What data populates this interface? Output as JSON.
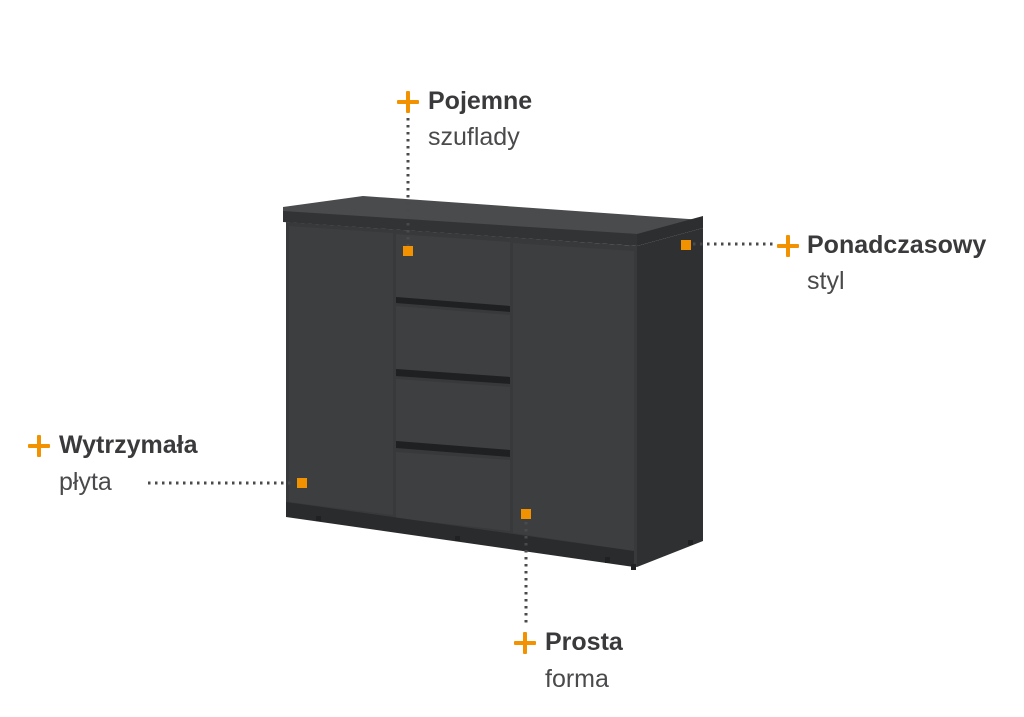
{
  "accent_color": "#f39200",
  "product_color": "#3a3b3d",
  "features": {
    "drawers": {
      "title": "Pojemne",
      "subtitle": "szuflady",
      "icon": "plus-icon"
    },
    "style": {
      "title": "Ponadczasowy",
      "subtitle": "styl",
      "icon": "plus-icon"
    },
    "board": {
      "title": "Wytrzymała",
      "subtitle": "płyta",
      "icon": "plus-icon"
    },
    "form": {
      "title": "Prosta",
      "subtitle": "forma",
      "icon": "plus-icon"
    }
  }
}
